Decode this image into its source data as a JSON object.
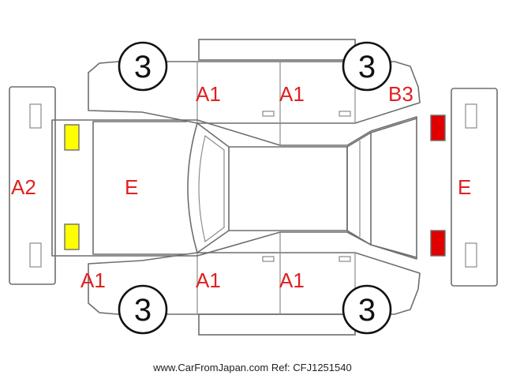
{
  "wheels": [
    {
      "name": "wheel-front-left",
      "label": "3"
    },
    {
      "name": "wheel-rear-left",
      "label": "3"
    },
    {
      "name": "wheel-front-right",
      "label": "3"
    },
    {
      "name": "wheel-rear-right",
      "label": "3"
    }
  ],
  "marks": {
    "top_door_front": "A1",
    "top_door_rear": "A1",
    "top_rear_quarter": "B3",
    "front_bumper": "A2",
    "hood": "E",
    "rear_panel": "E",
    "bottom_front_fender": "A1",
    "bottom_door_front": "A1",
    "bottom_door_rear": "A1"
  },
  "lamps": {
    "front_color": "#ffff00",
    "rear_color": "#e00000"
  },
  "colors": {
    "mark": "#e02020",
    "outline": "#6e6e6e"
  },
  "footer": "www.CarFromJapan.com Ref: CFJ1251540"
}
